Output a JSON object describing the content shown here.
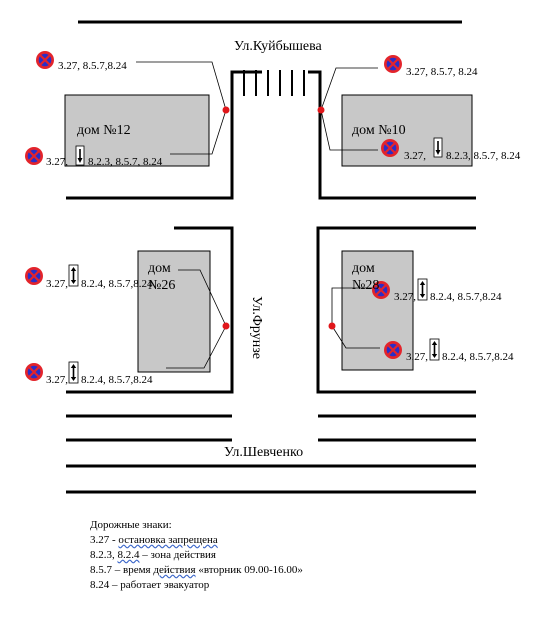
{
  "streets": {
    "top": "Ул.Куйбышева",
    "right": "Ул.Фрунзе",
    "bottom": "Ул.Шевченко"
  },
  "houses": {
    "h12": "дом №12",
    "h10": "дом №10",
    "h26_line1": "дом",
    "h26_line2": "№26",
    "h28_line1": "дом",
    "h28_line2": "№28"
  },
  "sign_codes": {
    "tl_top": "3.27, 8.5.7,8.24",
    "tl_bottom_a": "3.27,",
    "tl_bottom_b": "8.2.3, 8.5.7, 8.24",
    "tr_top": "3.27, 8.5.7, 8.24",
    "tr_bottom_a": "3.27,",
    "tr_bottom_b": "8.2.3, 8.5.7, 8.24",
    "ml_top_a": "3.27,",
    "ml_top_b": "8.2.4, 8.5.7,8.24",
    "ml_bottom_a": "3.27,",
    "ml_bottom_b": "8.2.4, 8.5.7,8.24",
    "mr_top_a": "3.27,",
    "mr_top_b": "8.2.4, 8.5.7,8.24",
    "mr_bottom_a": "3.27,",
    "mr_bottom_b": "8.2.4, 8.5.7,8.24"
  },
  "legend": {
    "title": "Дорожные знаки:",
    "line1_code": "3.27 - ",
    "line1_text": "остановка  запрещена",
    "line2_code": "8.2.3, ",
    "line2_code_b": "8.2.4",
    "line2_text": "  – зона действия",
    "line3_code": "8.5.7 – время ",
    "line3_u": "действия",
    "line3_text": "  «вторник 09.00-16.00»",
    "line4": "8.24 –   работает эвакуатор"
  },
  "colors": {
    "sign_red": "#e3242b",
    "sign_blue": "#2a2ec7",
    "house_fill": "#c8c8c8",
    "marker_red": "#e0161a"
  }
}
